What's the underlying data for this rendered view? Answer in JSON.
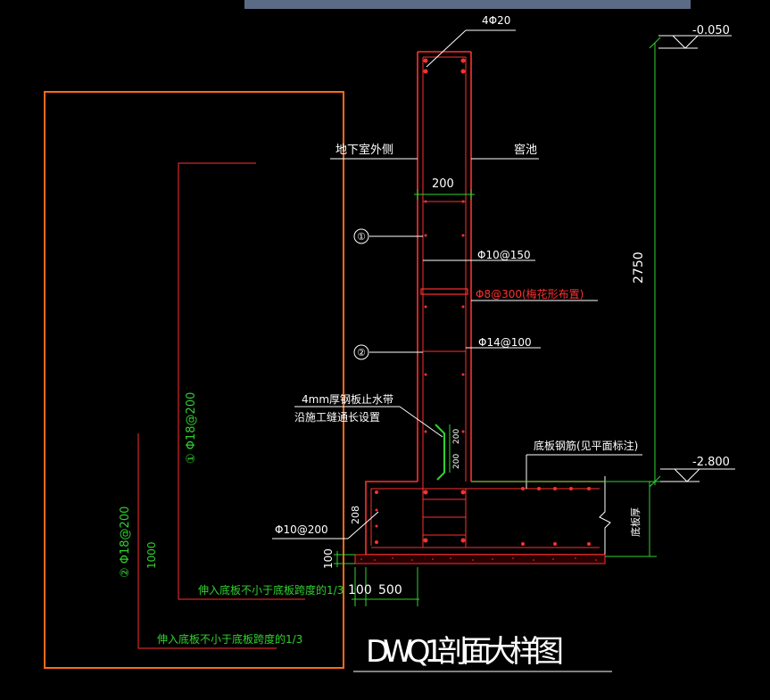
{
  "drawing": {
    "title": "DWQ1剖面大样图",
    "labels": {
      "rebar_top": "4Φ20",
      "outside": "地下室外侧",
      "inside": "窖池",
      "wall_thickness": "200",
      "circle1": "①",
      "circle2": "②",
      "horiz_bar": "Φ10@150",
      "tie_bar": "Φ8@300(梅花形布置)",
      "inner_vert": "Φ14@100",
      "waterstop_1": "4mm厚钢板止水带",
      "waterstop_2": "沿施工缝通长设置",
      "ws_dim1": "200",
      "ws_dim2": "200",
      "slab_rebar": "底板钢筋(见平面标注)",
      "slab_thick": "底板厚",
      "elev_top": "-0.050",
      "elev_bottom": "-2.800",
      "height_dim": "2750",
      "footing_bar": "Φ10@200",
      "dim_208": "208",
      "dim_100_v": "100",
      "dim_100_h": "100",
      "dim_500": "500"
    },
    "detail": {
      "bar1": "① Φ18@200",
      "bar2": "② Φ18@200",
      "dim_1000": "1000",
      "note1": "伸入底板不小于底板跨度的1/3",
      "note2": "伸入底板不小于底板跨度的1/3"
    }
  }
}
